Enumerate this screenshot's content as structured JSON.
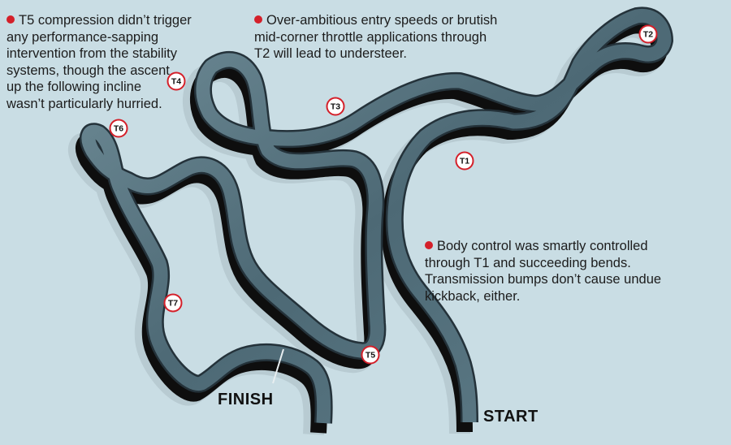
{
  "colors": {
    "background": "#c9dde4",
    "track": "#567480",
    "track_edge": "#24323a",
    "track_shadow": "#0e0e0e",
    "soft_shadow": "#a9bcc2",
    "marker_ring": "#d4202a",
    "bullet": "#d4202a"
  },
  "notes": {
    "t5": [
      "T5 compression didn’t trigger",
      "any performance-sapping",
      "intervention from the stability",
      "systems, though the ascent",
      "up the following incline",
      "wasn’t particularly hurried."
    ],
    "t2": [
      "Over-ambitious entry speeds or brutish",
      "mid-corner throttle applications through",
      "T2 will lead to understeer."
    ],
    "t1": [
      "Body control was smartly controlled",
      "through T1 and succeeding bends.",
      "Transmission bumps don’t cause undue",
      "kickback, either."
    ]
  },
  "markers": {
    "t1": "T1",
    "t2": "T2",
    "t3": "T3",
    "t4": "T4",
    "t5": "T5",
    "t6": "T6",
    "t7": "T7"
  },
  "labels": {
    "start": "START",
    "finish": "FINISH"
  }
}
